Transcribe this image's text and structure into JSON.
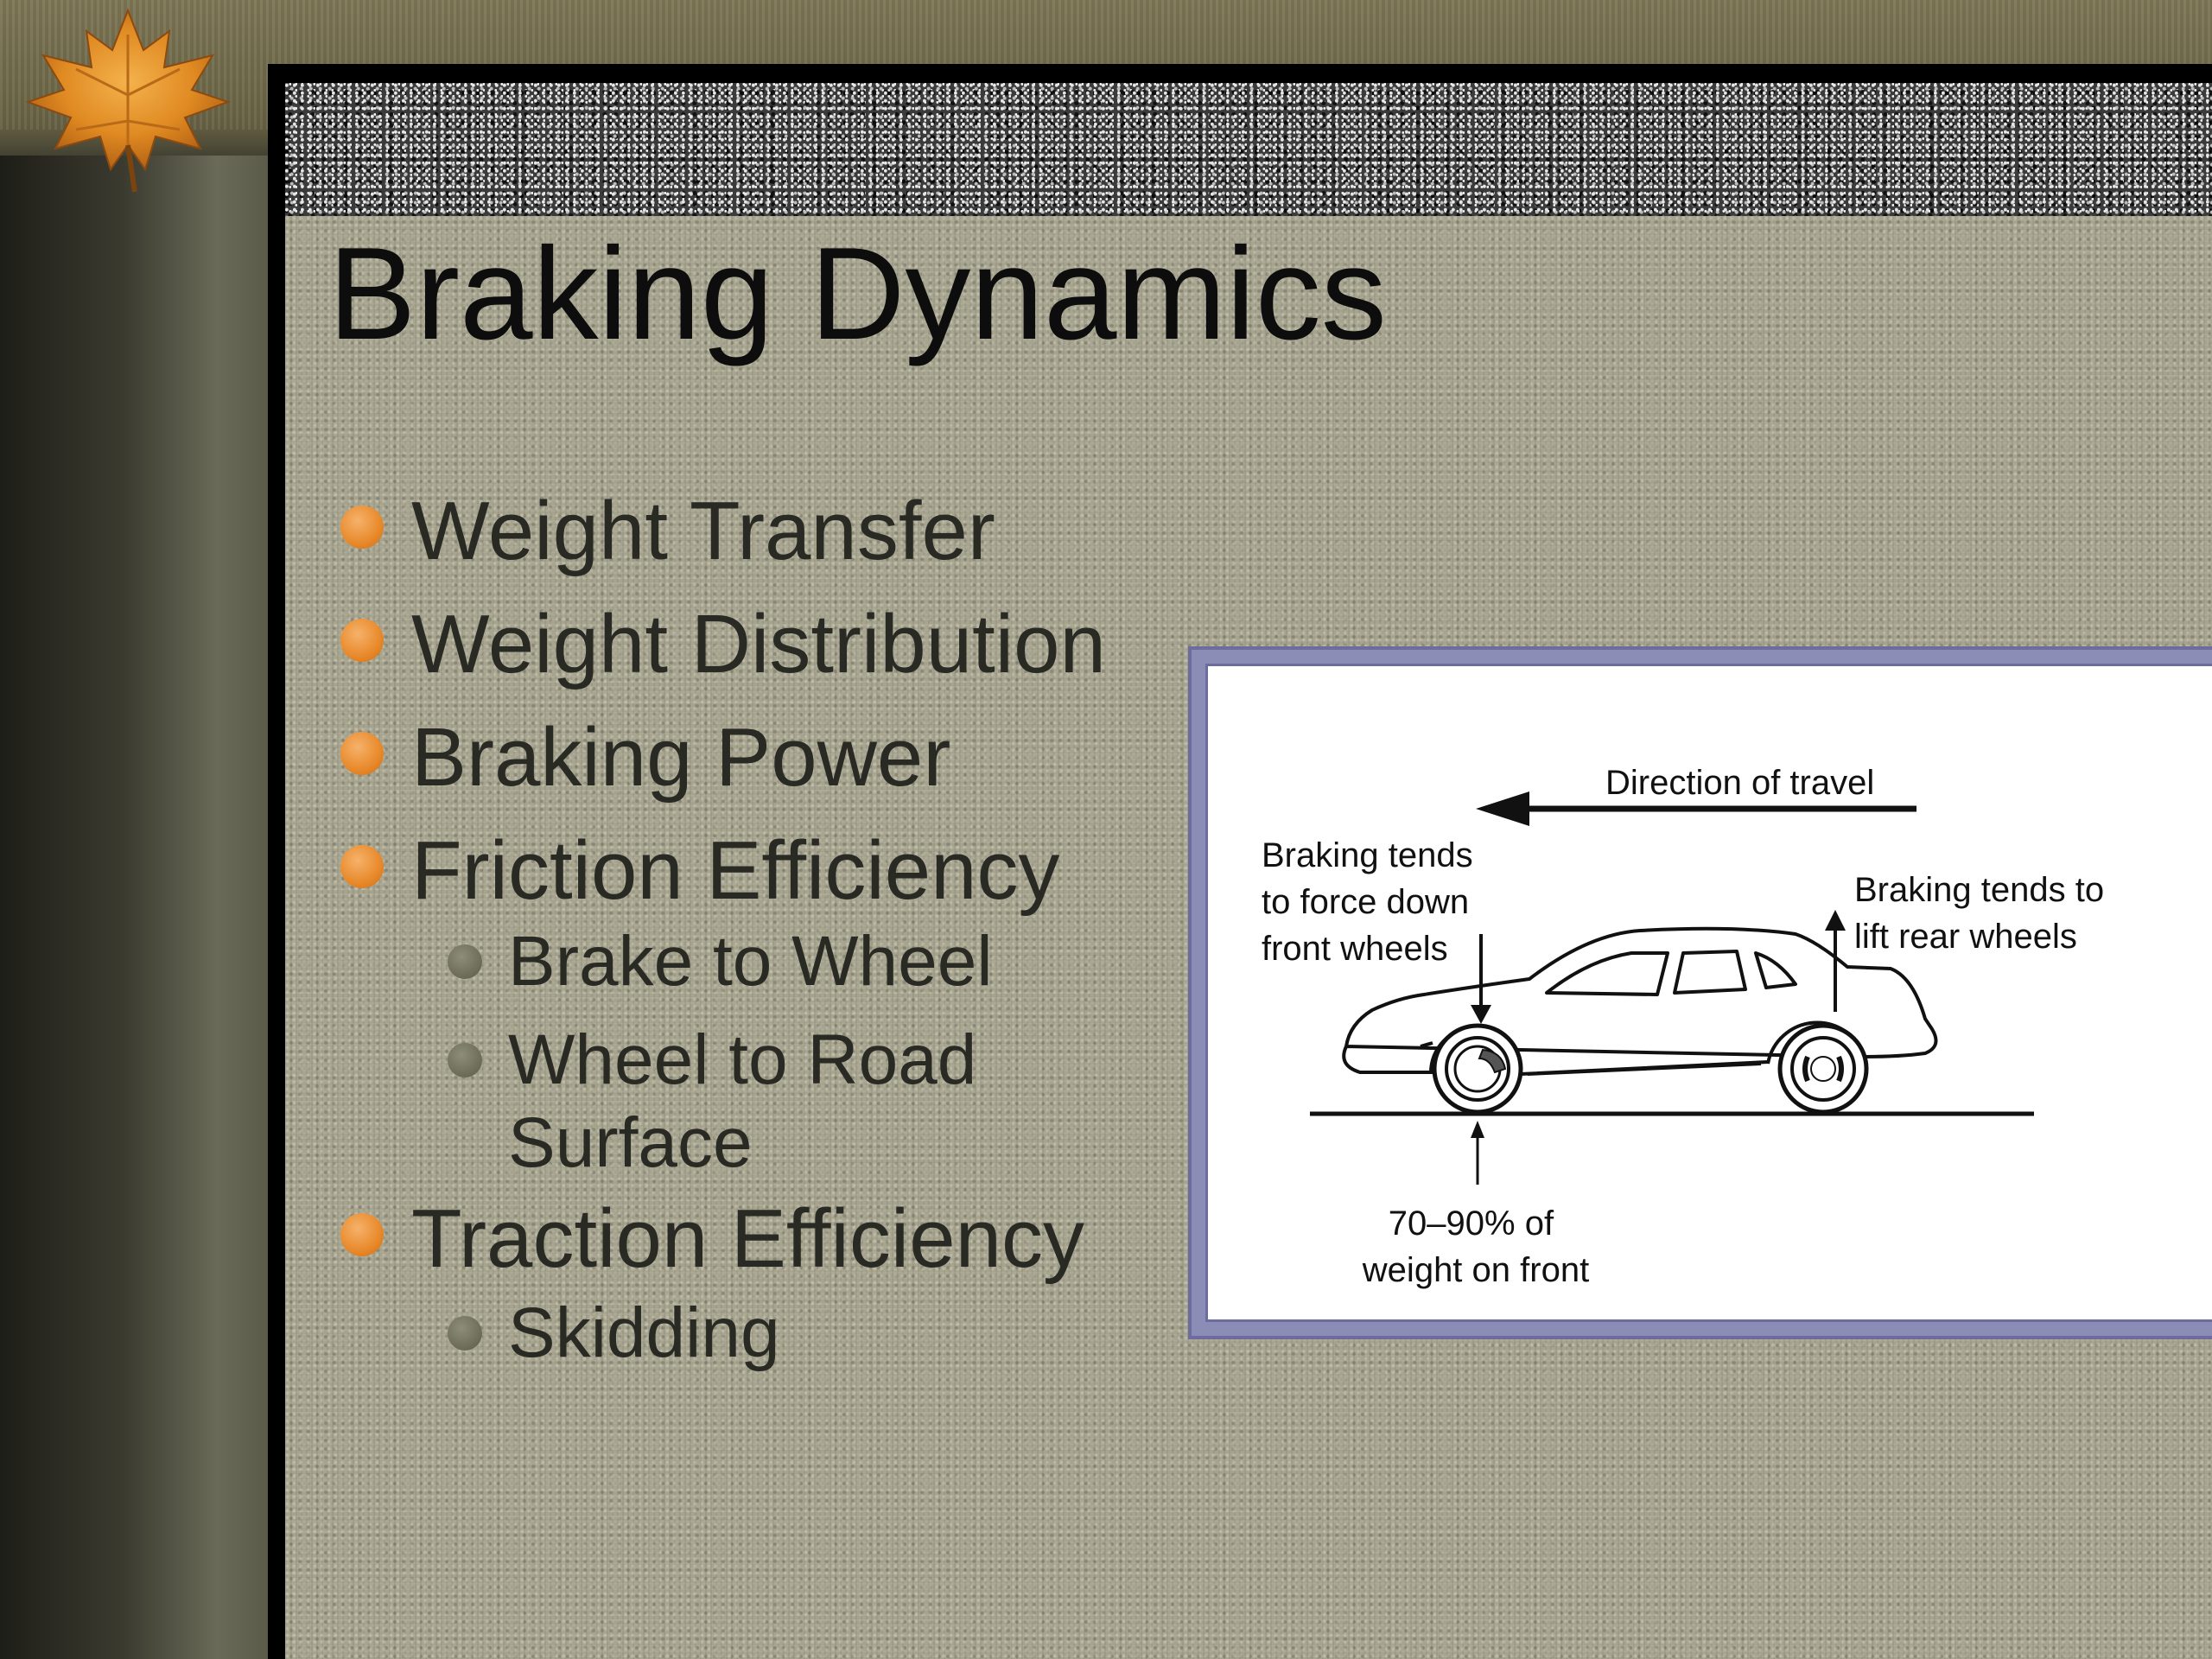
{
  "slide": {
    "title": "Braking Dynamics",
    "bullets": [
      {
        "text": "Weight Transfer",
        "level": 1
      },
      {
        "text": "Weight Distribution",
        "level": 1
      },
      {
        "text": "Braking Power",
        "level": 1
      },
      {
        "text": "Friction Efficiency",
        "level": 1
      },
      {
        "text": "Brake to Wheel",
        "level": 2
      },
      {
        "text": "Wheel to Road Surface",
        "level": 2
      },
      {
        "text": "Traction Efficiency",
        "level": 1
      },
      {
        "text": "Skidding",
        "level": 2
      }
    ],
    "colors": {
      "primary_bullet": "#e8892a",
      "secondary_bullet": "#6a6a57",
      "content_background": "#a7a48e",
      "diagram_frame": "#8c8db6"
    }
  },
  "diagram": {
    "direction_label": "Direction of travel",
    "front_label": [
      "Braking tends",
      "to force down",
      "front wheels"
    ],
    "rear_label": [
      "Braking tends to",
      "lift rear wheels"
    ],
    "weight_label": [
      "70–90% of",
      "weight on front"
    ]
  },
  "decor": {
    "icon": "maple-leaf-icon"
  }
}
